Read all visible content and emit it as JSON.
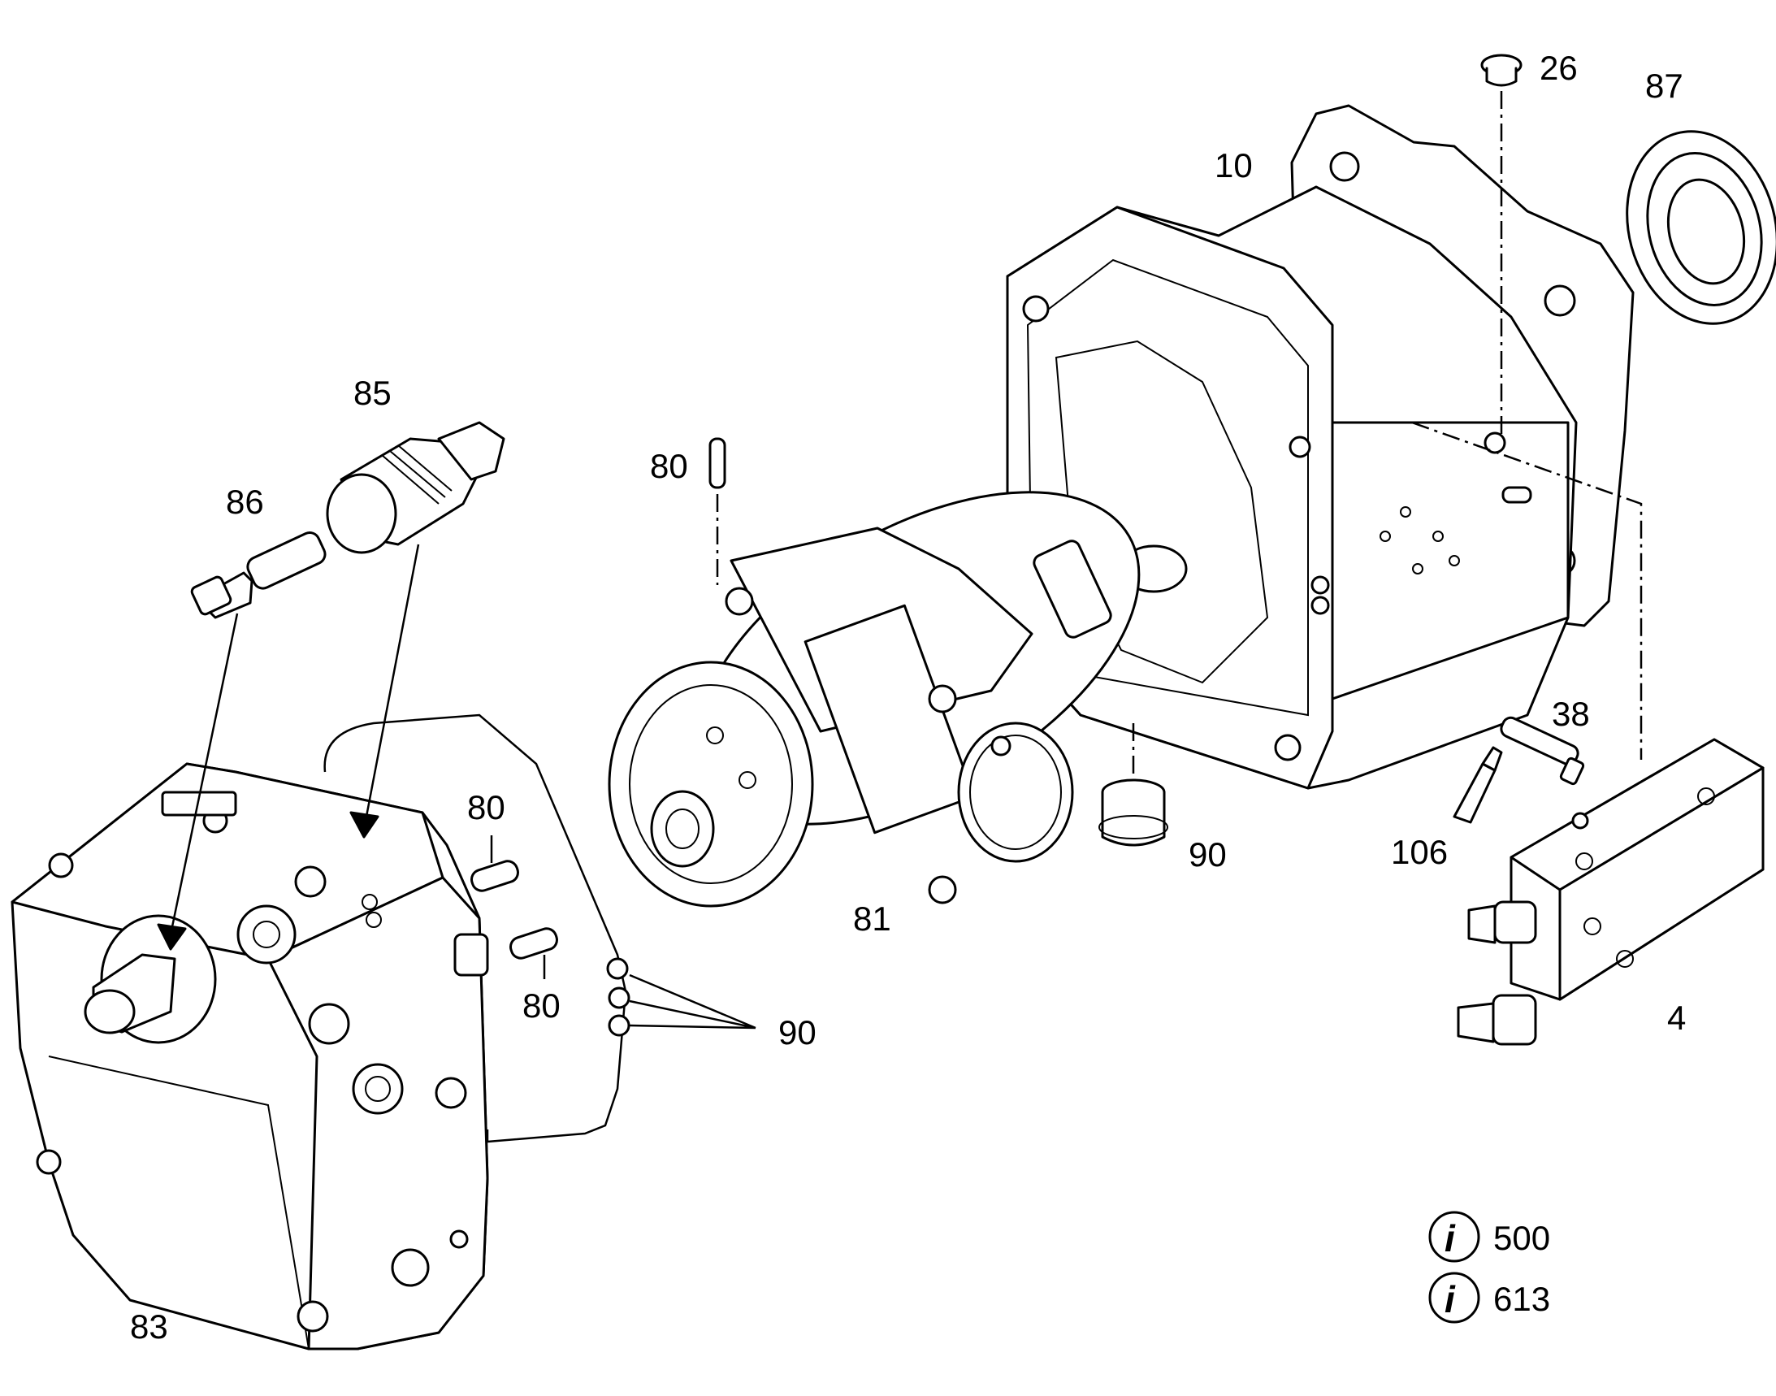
{
  "labels": {
    "p26": "26",
    "p87": "87",
    "p10": "10",
    "p85": "85",
    "p86": "86",
    "p80_top": "80",
    "p80_mid": "80",
    "p80_low": "80",
    "p90_plug": "90",
    "p90_orings": "90",
    "p81": "81",
    "p38": "38",
    "p106": "106",
    "p4": "4",
    "p83": "83"
  },
  "info_refs": [
    {
      "icon": "info-icon",
      "value": "500"
    },
    {
      "icon": "info-icon",
      "value": "613"
    }
  ]
}
